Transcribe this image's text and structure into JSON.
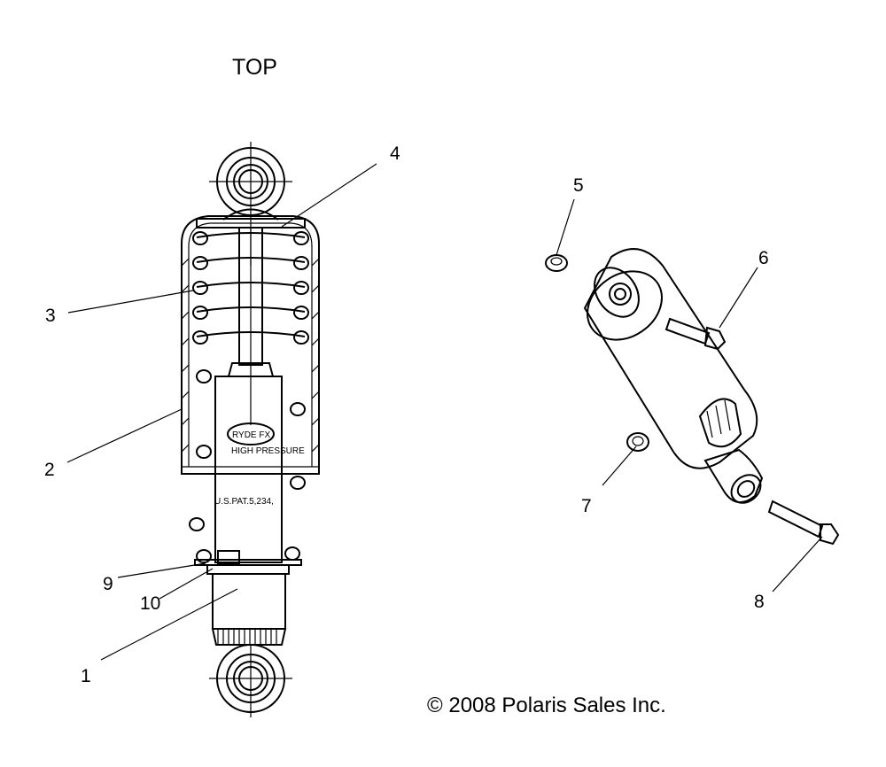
{
  "title": "TOP",
  "callouts": [
    {
      "num": "1"
    },
    {
      "num": "2"
    },
    {
      "num": "3"
    },
    {
      "num": "4"
    },
    {
      "num": "5"
    },
    {
      "num": "6"
    },
    {
      "num": "7"
    },
    {
      "num": "8"
    },
    {
      "num": "9"
    },
    {
      "num": "10"
    }
  ],
  "copyright": "© 2008  Polaris Sales Inc.",
  "body_text": {
    "patent": "U.S.PAT.5,234,",
    "logo": "RYDE FX"
  }
}
